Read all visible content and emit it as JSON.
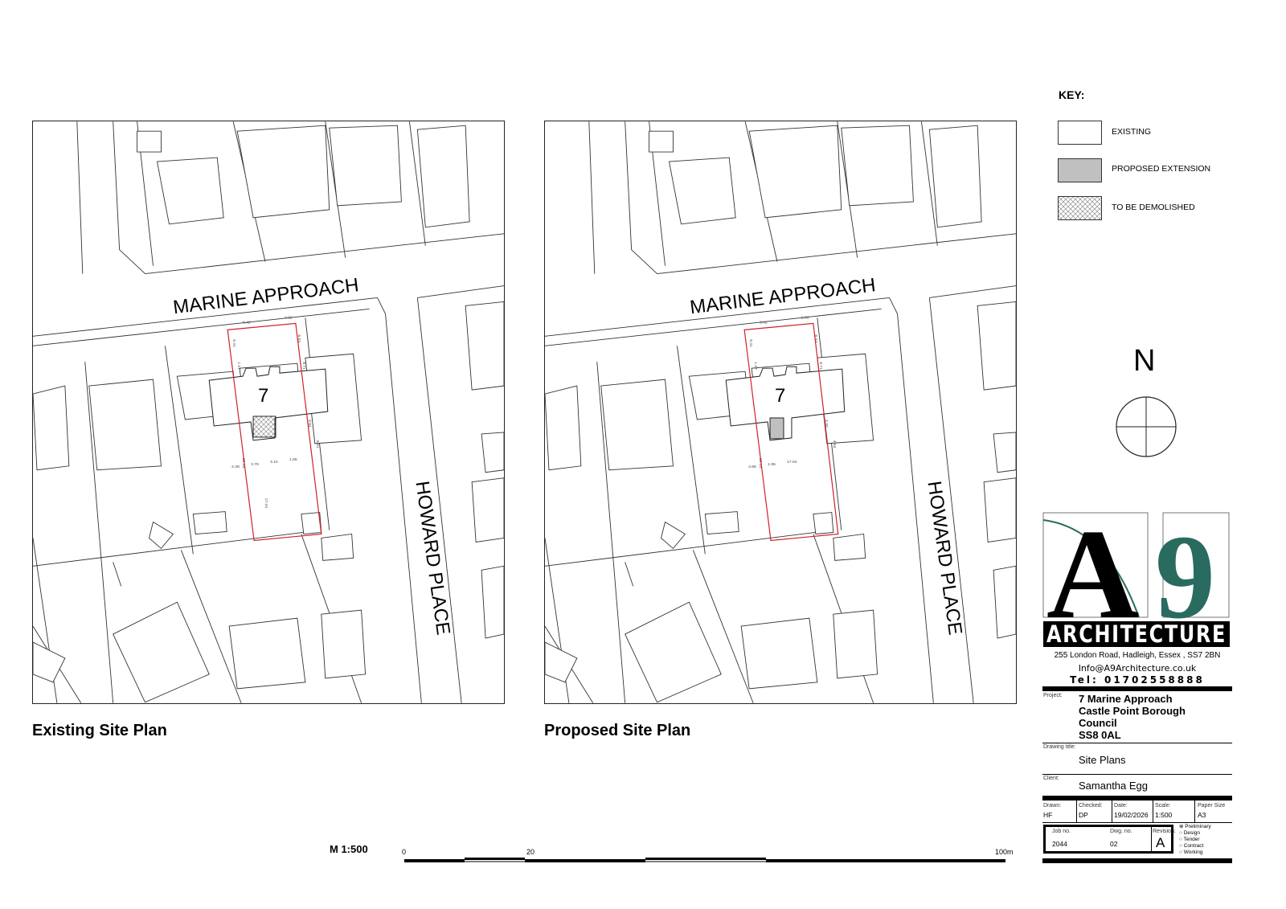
{
  "plans": {
    "existing": {
      "title": "Existing Site Plan",
      "street_1": "MARINE APPROACH",
      "street_2": "HOWARD PLACE",
      "plot_number": "7",
      "dimensions": [
        "9.42",
        "2.02",
        "5.01",
        "6.24",
        "1.17",
        "8.71",
        "12.03",
        "3.91",
        "6.41",
        "2.38",
        "3.79",
        "3.10",
        "1.95",
        "17.04"
      ]
    },
    "proposed": {
      "title": "Proposed Site Plan",
      "street_1": "MARINE APPROACH",
      "street_2": "HOWARD PLACE",
      "plot_number": "7",
      "dimensions": [
        "9.42",
        "2.02",
        "5.01",
        "6.24",
        "1.17",
        "8.71",
        "12.03",
        "3.32",
        "4.54",
        "4.85",
        "1.95",
        "17.04"
      ]
    }
  },
  "key": {
    "title": "KEY:",
    "items": [
      {
        "label": "EXISTING",
        "fill": "#ffffff"
      },
      {
        "label": "PROPOSED EXTENSION",
        "fill": "#c0c0c0"
      },
      {
        "label": "TO BE DEMOLISHED",
        "fill": "hatch"
      }
    ]
  },
  "north_label": "N",
  "colors": {
    "boundary": "#d0202a",
    "logo_teal": "#2a6b60",
    "extension": "#c0c0c0"
  },
  "scale_bar": {
    "label": "M 1:500",
    "ticks": [
      "0",
      "20",
      "100m"
    ]
  },
  "logo": {
    "letters": "A9",
    "wordmark": "ARCHITECTURE",
    "address": "255 London Road, Hadleigh, Essex , SS7 2BN",
    "email": "Info@A9Architecture.co.uk",
    "phone": "Tel: 01702558888"
  },
  "title_block": {
    "project_label": "Project:",
    "project_lines": [
      "7 Marine Approach",
      "Castle Point Borough",
      "Council",
      "SS8 0AL"
    ],
    "drawing_title_label": "Drawing title:",
    "drawing_title": "Site Plans",
    "client_label": "Client:",
    "client": "Samantha Egg",
    "drawn_label": "Drawn:",
    "drawn": "HF",
    "checked_label": "Checked:",
    "checked": "DP",
    "date_label": "Date:",
    "date": "19/02/2026",
    "scale_label": "Scale:",
    "scale": "1:500",
    "paper_label": "Paper Size",
    "paper": "A3",
    "job_label": "Job no.",
    "job": "2044",
    "dwg_label": "Dwg. no.",
    "dwg": "02",
    "revision_label": "Revision:",
    "revision": "A",
    "status_options": [
      {
        "label": "Preliminary",
        "checked": true
      },
      {
        "label": "Design",
        "checked": false
      },
      {
        "label": "Tender",
        "checked": false
      },
      {
        "label": "Contract",
        "checked": false
      },
      {
        "label": "Working",
        "checked": false
      }
    ]
  }
}
